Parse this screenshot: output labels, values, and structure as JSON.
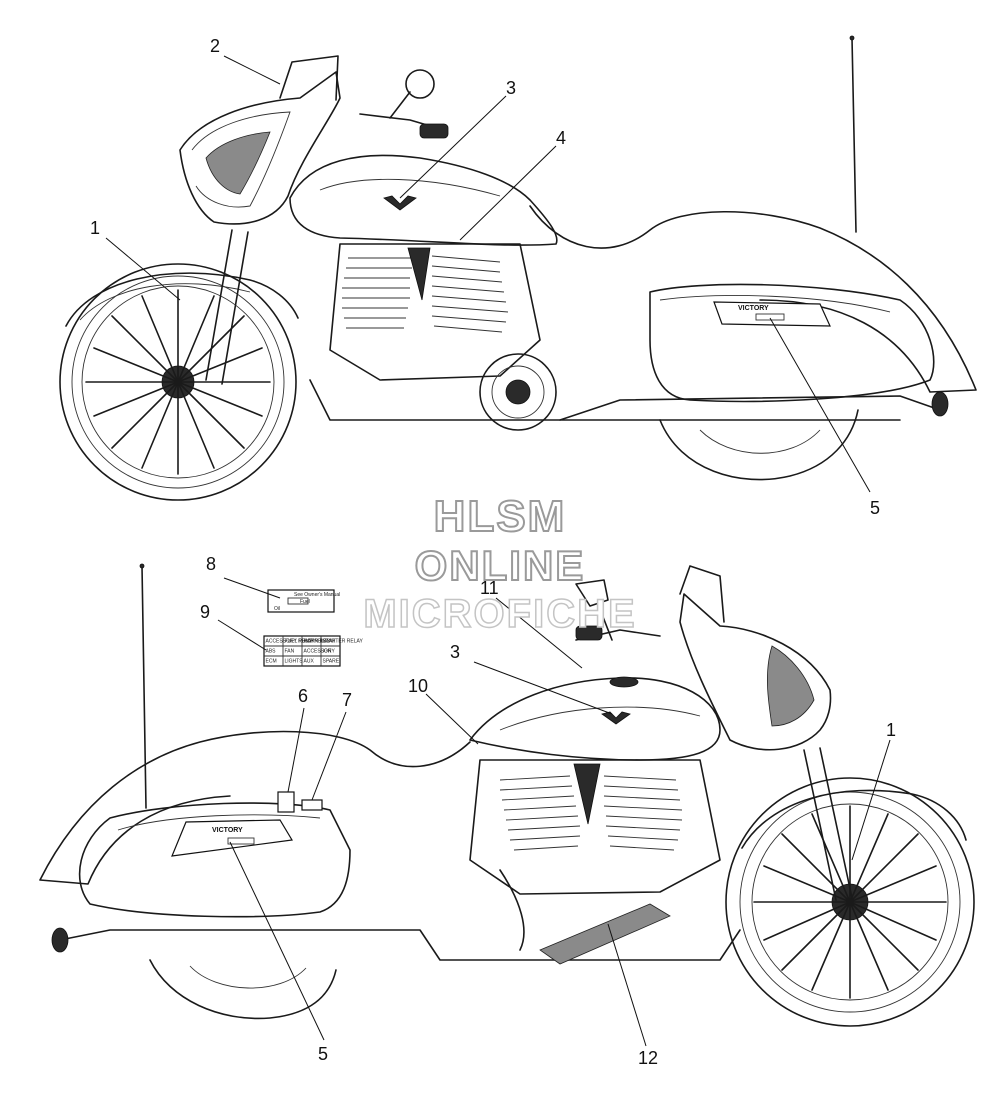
{
  "watermark": {
    "line1": "HLSM",
    "line2": "ONLINE",
    "line3": "MICROFICHE"
  },
  "brand_badge_top": "VICTORY",
  "brand_badge_bottom": "VICTORY",
  "decal_8": {
    "line1": "See Owner's Manual",
    "line2": "Fuel",
    "line3": "Oil"
  },
  "decal_9": {
    "cells": [
      "ACCESSORY RELAY",
      "FUEL PUMP RELAY",
      "HORN RELAY",
      "STARTER RELAY",
      "ABS",
      "FAN",
      "ACCESSORY",
      "IGN",
      "ECM",
      "LIGHTS",
      "AUX",
      "SPARE"
    ]
  },
  "callouts": {
    "c1_top": "1",
    "c2": "2",
    "c3_top": "3",
    "c4": "4",
    "c5_top": "5",
    "c8": "8",
    "c9": "9",
    "c11": "11",
    "c3_bottom": "3",
    "c10": "10",
    "c6": "6",
    "c7": "7",
    "c1_bottom": "1",
    "c5_bottom": "5",
    "c12": "12"
  }
}
